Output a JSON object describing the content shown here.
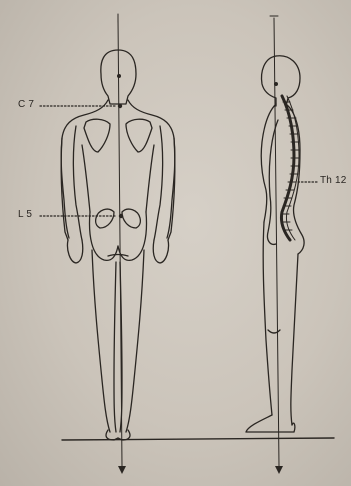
{
  "labels": {
    "c7": "C 7",
    "l5": "L 5",
    "th12": "Th 12"
  },
  "colors": {
    "background": "#c9c2b8",
    "ink": "#2a2622"
  }
}
